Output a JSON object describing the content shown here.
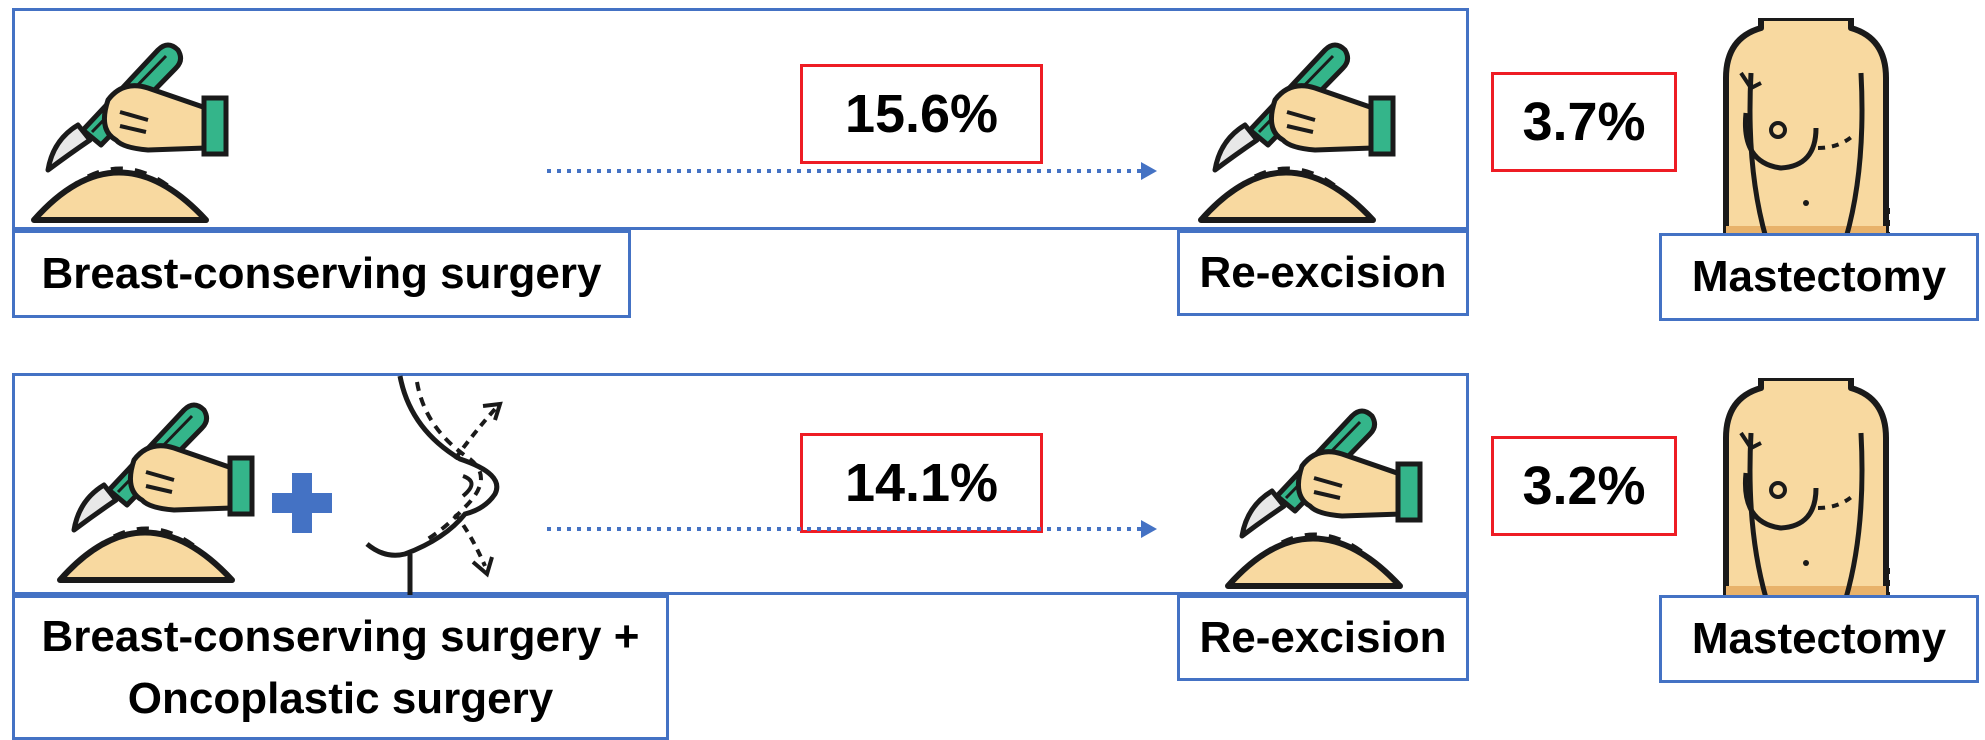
{
  "colors": {
    "box_border": "#4472c4",
    "percentage_border": "#ee1c24",
    "arrow": "#4472c4",
    "skin": "#f8d9a0",
    "skin_outline": "#1a1a1a",
    "pen_green": "#34b58a",
    "plus": "#4472c4"
  },
  "rows": [
    {
      "procedure": "Breast-conserving surgery",
      "procedure_lines": [
        "Breast-conserving surgery"
      ],
      "re_excision_rate": "15.6%",
      "re_excision_label": "Re-excision",
      "mastectomy_rate": "3.7%",
      "mastectomy_label": "Mastectomy",
      "icons": [
        "surgeon-hand-scalpel-icon",
        "surgeon-hand-scalpel-icon",
        "female-torso-icon"
      ]
    },
    {
      "procedure": "Breast-conserving surgery + Oncoplastic surgery",
      "procedure_lines": [
        "Breast-conserving surgery +",
        "Oncoplastic surgery"
      ],
      "re_excision_rate": "14.1%",
      "re_excision_label": "Re-excision",
      "mastectomy_rate": "3.2%",
      "mastectomy_label": "Mastectomy",
      "icons": [
        "surgeon-hand-scalpel-icon",
        "plus-icon",
        "breast-profile-icon",
        "surgeon-hand-scalpel-icon",
        "female-torso-icon"
      ]
    }
  ]
}
